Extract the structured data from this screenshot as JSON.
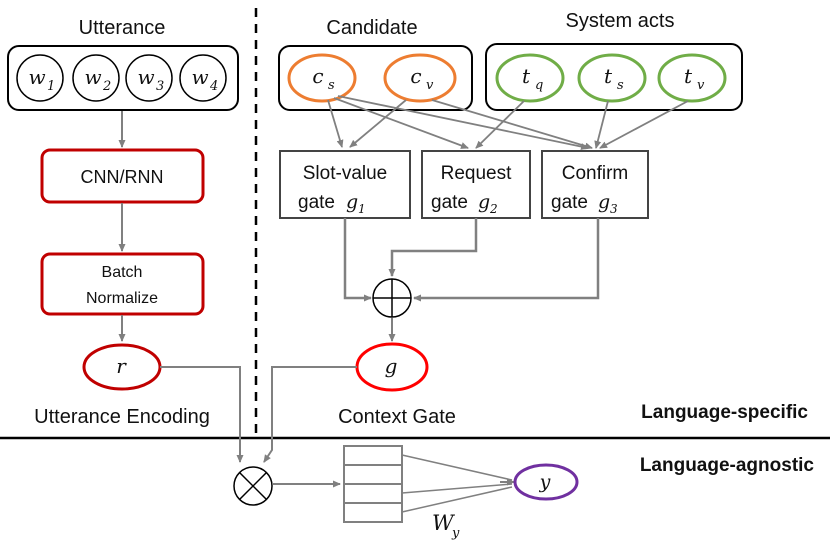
{
  "colors": {
    "red": "#c00000",
    "orange": "#ed7d31",
    "green": "#70ad47",
    "purple": "#7030a0",
    "arrow": "#808080",
    "black": "#000000"
  },
  "headers": {
    "utterance": "Utterance",
    "candidate": "Candidate",
    "system_acts": "System acts"
  },
  "words": [
    {
      "base": "w",
      "sub": "1"
    },
    {
      "base": "w",
      "sub": "2"
    },
    {
      "base": "w",
      "sub": "3"
    },
    {
      "base": "w",
      "sub": "4"
    }
  ],
  "candidates": [
    {
      "base": "c",
      "sub": "s"
    },
    {
      "base": "c",
      "sub": "v"
    }
  ],
  "acts": [
    {
      "base": "t",
      "sub": "q"
    },
    {
      "base": "t",
      "sub": "s"
    },
    {
      "base": "t",
      "sub": "v"
    }
  ],
  "encoder": {
    "cnn": "CNN/RNN",
    "batch_line1": "Batch",
    "batch_line2": "Normalize",
    "r": "r"
  },
  "gates": [
    {
      "line1": "Slot-value",
      "line2": "gate ",
      "base": "g",
      "sub": "1"
    },
    {
      "line1": "Request",
      "line2": "gate ",
      "base": "g",
      "sub": "2"
    },
    {
      "line1": "Confirm",
      "line2": "gate ",
      "base": "g",
      "sub": "3"
    }
  ],
  "context_g": "g",
  "output_y": "y",
  "weight": {
    "base": "W",
    "sub": "y"
  },
  "labels": {
    "utterance_encoding": "Utterance Encoding",
    "context_gate": "Context Gate",
    "language_specific": "Language-specific",
    "language_agnostic": "Language-agnostic"
  }
}
